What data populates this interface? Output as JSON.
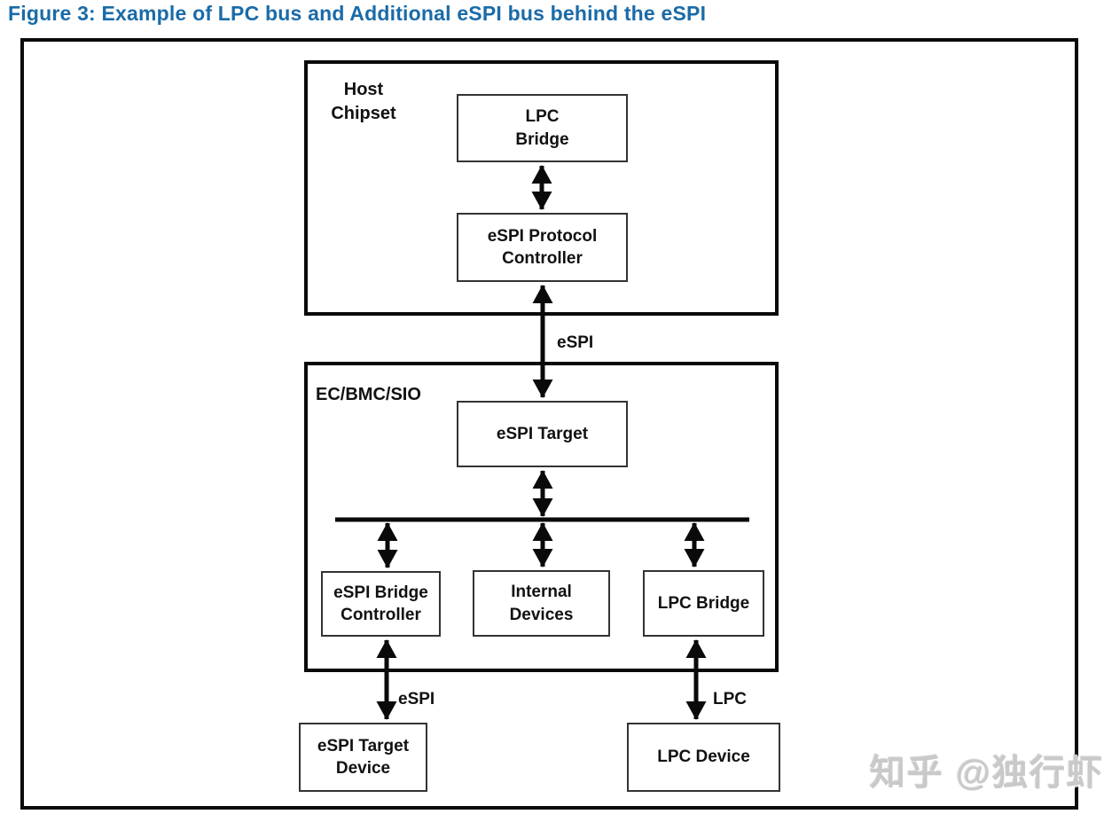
{
  "figure_title": "Figure 3: Example of LPC bus and Additional eSPI bus behind the eSPI",
  "regions": {
    "host_chipset_label": "Host\nChipset",
    "ec_bmc_sio_label": "EC/BMC/SIO"
  },
  "blocks": {
    "lpc_bridge": "LPC\nBridge",
    "espi_protocol_controller": "eSPI Protocol\nController",
    "espi_target": "eSPI Target",
    "espi_bridge_controller": "eSPI Bridge\nController",
    "internal_devices": "Internal\nDevices",
    "lpc_bridge_lower": "LPC Bridge",
    "espi_target_device": "eSPI Target\nDevice",
    "lpc_device": "LPC Device"
  },
  "link_labels": {
    "espi_host_link": "eSPI",
    "espi_external_link": "eSPI",
    "lpc_external_link": "LPC"
  },
  "watermark": "知乎 @独行虾",
  "colors": {
    "title": "#1a6ba8",
    "diagram_lines": "#0a0a0a",
    "watermark": "#c9c9c9"
  }
}
